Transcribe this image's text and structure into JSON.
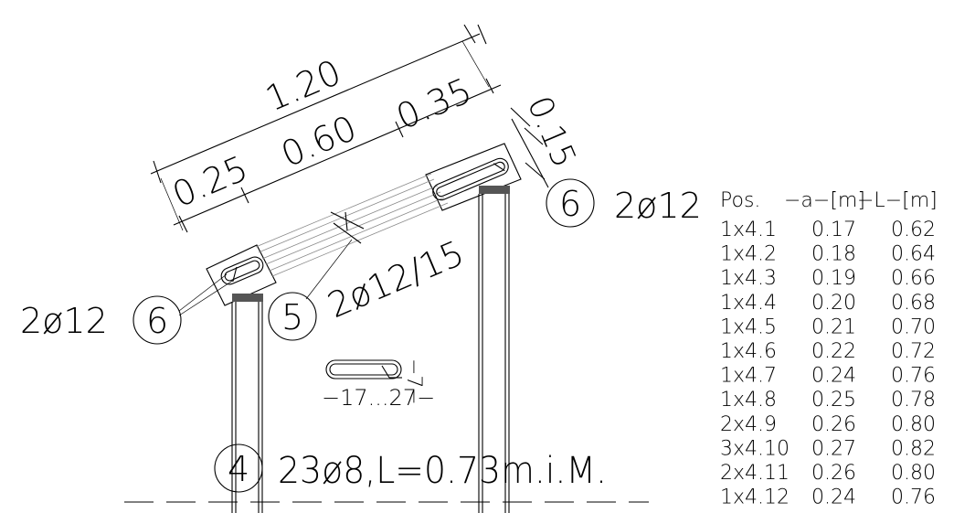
{
  "dimensions": {
    "total": "1.20",
    "left": "0.25",
    "middle": "0.60",
    "right": "0.35",
    "thickness": "0.15"
  },
  "labels": {
    "pos6_right_num": "6",
    "pos6_right_text": "2ø12",
    "pos6_left_num": "6",
    "pos6_left_text": "2ø12",
    "pos5_num": "5",
    "pos5_text": "2ø12/15",
    "pos4_num": "4",
    "pos4_text": "23ø8,L=0.73m.i.M.",
    "stirrup_width": "−17...27−",
    "stirrup_height": "−7−"
  },
  "table": {
    "headers": [
      "Pos.",
      "−a−[m]",
      "−L−[m]"
    ],
    "rows": [
      [
        "1x4.1",
        "0.17",
        "0.62"
      ],
      [
        "1x4.2",
        "0.18",
        "0.64"
      ],
      [
        "1x4.3",
        "0.19",
        "0.66"
      ],
      [
        "1x4.4",
        "0.20",
        "0.68"
      ],
      [
        "1x4.5",
        "0.21",
        "0.70"
      ],
      [
        "1x4.6",
        "0.22",
        "0.72"
      ],
      [
        "1x4.7",
        "0.24",
        "0.76"
      ],
      [
        "1x4.8",
        "0.25",
        "0.78"
      ],
      [
        "2x4.9",
        "0.26",
        "0.80"
      ],
      [
        "3x4.10",
        "0.27",
        "0.82"
      ],
      [
        "2x4.11",
        "0.26",
        "0.80"
      ],
      [
        "1x4.12",
        "0.24",
        "0.76"
      ]
    ]
  }
}
